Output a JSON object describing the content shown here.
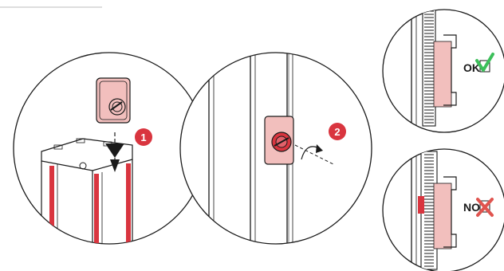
{
  "steps": [
    {
      "number": "1"
    },
    {
      "number": "2"
    }
  ],
  "callouts": {
    "ok": {
      "label": "OK",
      "status_icon": "check-icon"
    },
    "no": {
      "label": "NO",
      "status_icon": "cross-icon"
    }
  },
  "colors": {
    "accent": "#d9353f",
    "pink": "#f2bfbd",
    "check": "#3cbf5a",
    "line": "#1a1a1a"
  }
}
